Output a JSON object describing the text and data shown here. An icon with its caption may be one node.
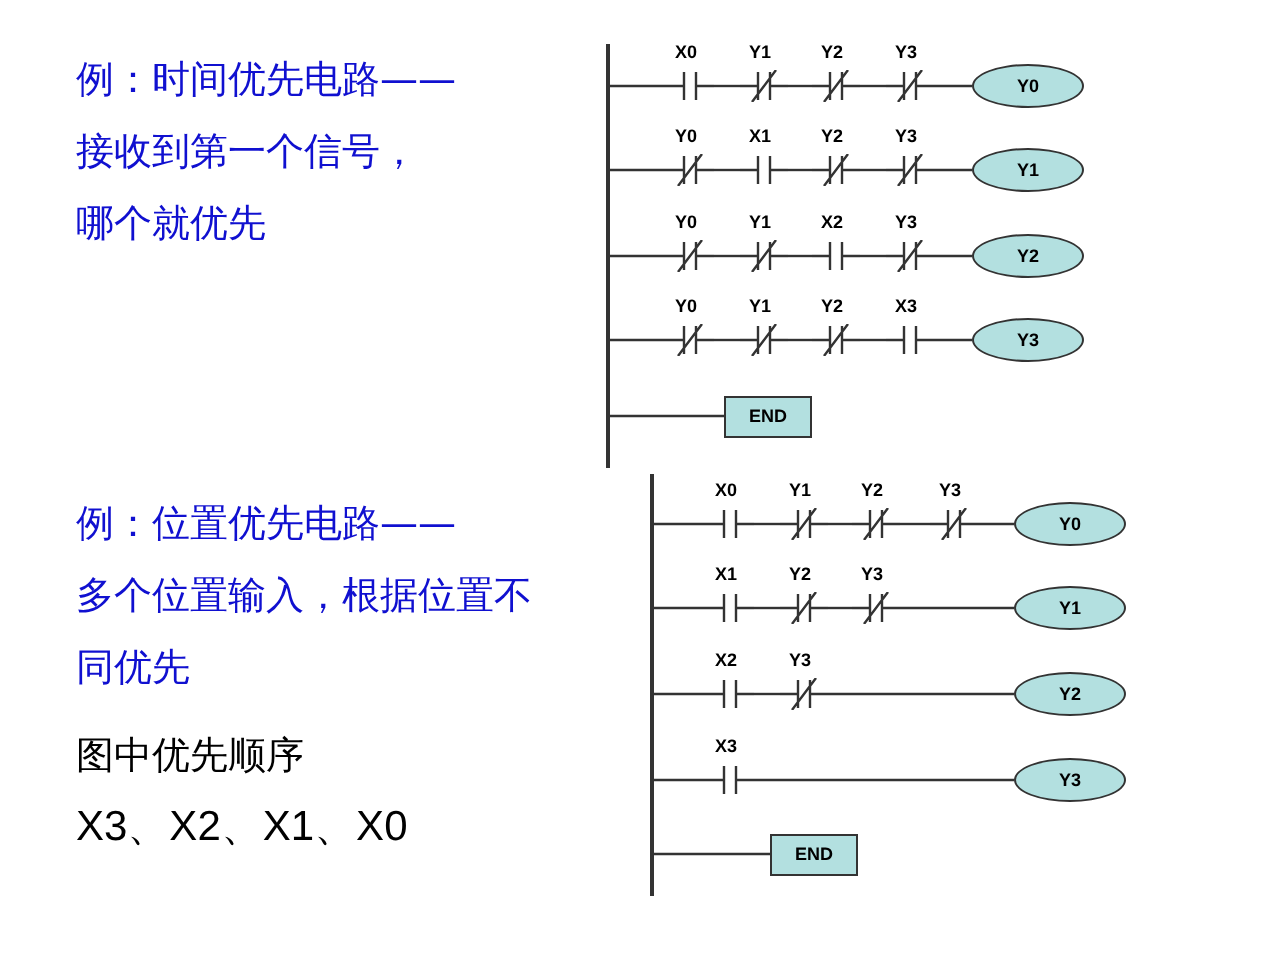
{
  "diagram": {
    "nodes": [
      {
        "text": [],
        "shape": "bar"
      },
      {
        "text": [
          "X0"
        ]
      },
      {
        "text": [
          "Y1"
        ]
      },
      {
        "text": [
          "Y2"
        ]
      },
      {
        "text": [
          "Y3"
        ]
      },
      {
        "text": [
          "Y0"
        ]
      },
      {
        "text": [
          "Y0"
        ]
      },
      {
        "text": [
          "X1"
        ]
      },
      {
        "text": [
          "Y2"
        ]
      },
      {
        "text": [
          "Y3"
        ]
      },
      {
        "text": [
          "Y1"
        ]
      },
      {
        "text": [
          "Y0"
        ]
      },
      {
        "text": [
          "Y1"
        ]
      },
      {
        "text": [
          "X2"
        ]
      },
      {
        "text": [
          "Y3"
        ]
      },
      {
        "text": [
          "Y2"
        ]
      },
      {
        "text": [
          "Y0"
        ]
      },
      {
        "text": [
          "Y1"
        ]
      },
      {
        "text": [
          "Y2"
        ]
      },
      {
        "text": [
          "X3"
        ]
      },
      {
        "text": [
          "Y3"
        ]
      },
      {
        "text": [
          "END"
        ]
      },
      {
        "text": [],
        "shape": "bar"
      },
      {
        "text": [
          "X0"
        ]
      },
      {
        "text": [
          "Y1"
        ]
      },
      {
        "text": [
          "Y2"
        ]
      },
      {
        "text": [
          "Y3"
        ]
      },
      {
        "text": [
          "Y0"
        ]
      },
      {
        "text": [
          "X1"
        ]
      },
      {
        "text": [
          "Y2"
        ]
      },
      {
        "text": [
          "Y3"
        ]
      },
      {
        "text": [
          "Y1"
        ]
      },
      {
        "text": [
          "X2"
        ]
      },
      {
        "text": [
          "Y3"
        ]
      },
      {
        "text": [
          "Y2"
        ]
      },
      {
        "text": [
          "X3"
        ]
      },
      {
        "text": [
          "Y3"
        ]
      },
      {
        "text": [
          "END"
        ]
      }
    ],
    "edges": [
      {
        "from": 0,
        "to": 1,
        "arrow": "none"
      },
      {
        "from": 1,
        "to": 2,
        "arrow": "none"
      },
      {
        "from": 2,
        "to": 3,
        "arrow": "none"
      },
      {
        "from": 3,
        "to": 4,
        "arrow": "none"
      },
      {
        "from": 4,
        "to": 5,
        "arrow": "none"
      },
      {
        "from": 0,
        "to": 6,
        "arrow": "none"
      },
      {
        "from": 6,
        "to": 7,
        "arrow": "none"
      },
      {
        "from": 7,
        "to": 8,
        "arrow": "none"
      },
      {
        "from": 8,
        "to": 9,
        "arrow": "none"
      },
      {
        "from": 9,
        "to": 10,
        "arrow": "none"
      },
      {
        "from": 0,
        "to": 11,
        "arrow": "none"
      },
      {
        "from": 11,
        "to": 12,
        "arrow": "none"
      },
      {
        "from": 12,
        "to": 13,
        "arrow": "none"
      },
      {
        "from": 13,
        "to": 14,
        "arrow": "none"
      },
      {
        "from": 14,
        "to": 15,
        "arrow": "none"
      },
      {
        "from": 0,
        "to": 16,
        "arrow": "none"
      },
      {
        "from": 16,
        "to": 17,
        "arrow": "none"
      },
      {
        "from": 17,
        "to": 18,
        "arrow": "none"
      },
      {
        "from": 18,
        "to": 19,
        "arrow": "none"
      },
      {
        "from": 19,
        "to": 20,
        "arrow": "none"
      },
      {
        "from": 0,
        "to": 21,
        "arrow": "none"
      },
      {
        "from": 22,
        "to": 23,
        "arrow": "none"
      },
      {
        "from": 23,
        "to": 24,
        "arrow": "none"
      },
      {
        "from": 24,
        "to": 25,
        "arrow": "none"
      },
      {
        "from": 25,
        "to": 26,
        "arrow": "none"
      },
      {
        "from": 26,
        "to": 27,
        "arrow": "none"
      },
      {
        "from": 22,
        "to": 28,
        "arrow": "none"
      },
      {
        "from": 28,
        "to": 29,
        "arrow": "none"
      },
      {
        "from": 29,
        "to": 30,
        "arrow": "none"
      },
      {
        "from": 30,
        "to": 31,
        "arrow": "none"
      },
      {
        "from": 22,
        "to": 32,
        "arrow": "none"
      },
      {
        "from": 32,
        "to": 33,
        "arrow": "none"
      },
      {
        "from": 33,
        "to": 34,
        "arrow": "none"
      },
      {
        "from": 22,
        "to": 35,
        "arrow": "none"
      },
      {
        "from": 35,
        "to": 36,
        "arrow": "none"
      },
      {
        "from": 22,
        "to": 37,
        "arrow": "none"
      }
    ],
    "labels": [
      "例：时间优先电路——",
      "接收到第一个信号，哪个就优先",
      "例：位置优先电路——",
      "多个位置输入，根据位置不同优先",
      "图中优先顺序",
      "X3、X2、X1、X0"
    ]
  }
}
